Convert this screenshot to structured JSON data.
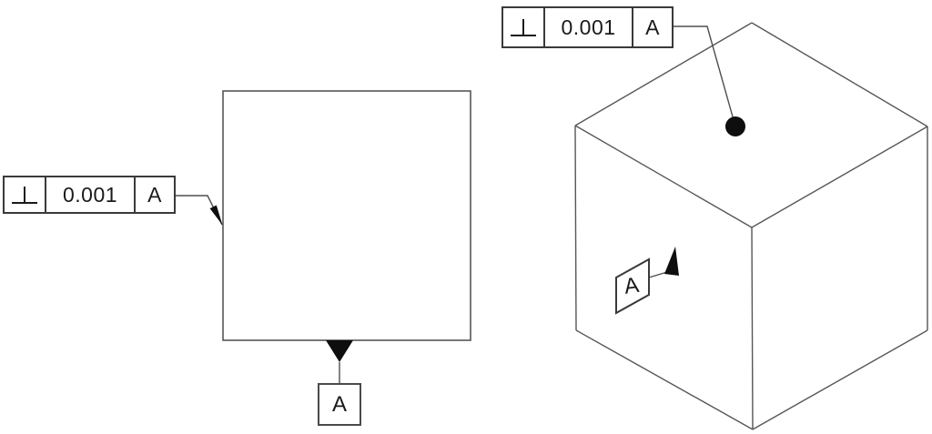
{
  "drawing": {
    "background": "#ffffff",
    "colors": {
      "thin_lines": "#565656",
      "frame_border": "#3a3a3a",
      "solid_fill": "#0e0e0e",
      "text": "#1a1a1a"
    },
    "plan_view": {
      "fcf": {
        "symbol": "perpendicularity",
        "symbol_glyph": "⊥",
        "tolerance": "0.001",
        "datum_ref": "A"
      },
      "datum_label": "A"
    },
    "iso_view": {
      "fcf": {
        "symbol": "perpendicularity",
        "symbol_glyph": "⊥",
        "tolerance": "0.001",
        "datum_ref": "A"
      },
      "datum_label": "A"
    }
  }
}
